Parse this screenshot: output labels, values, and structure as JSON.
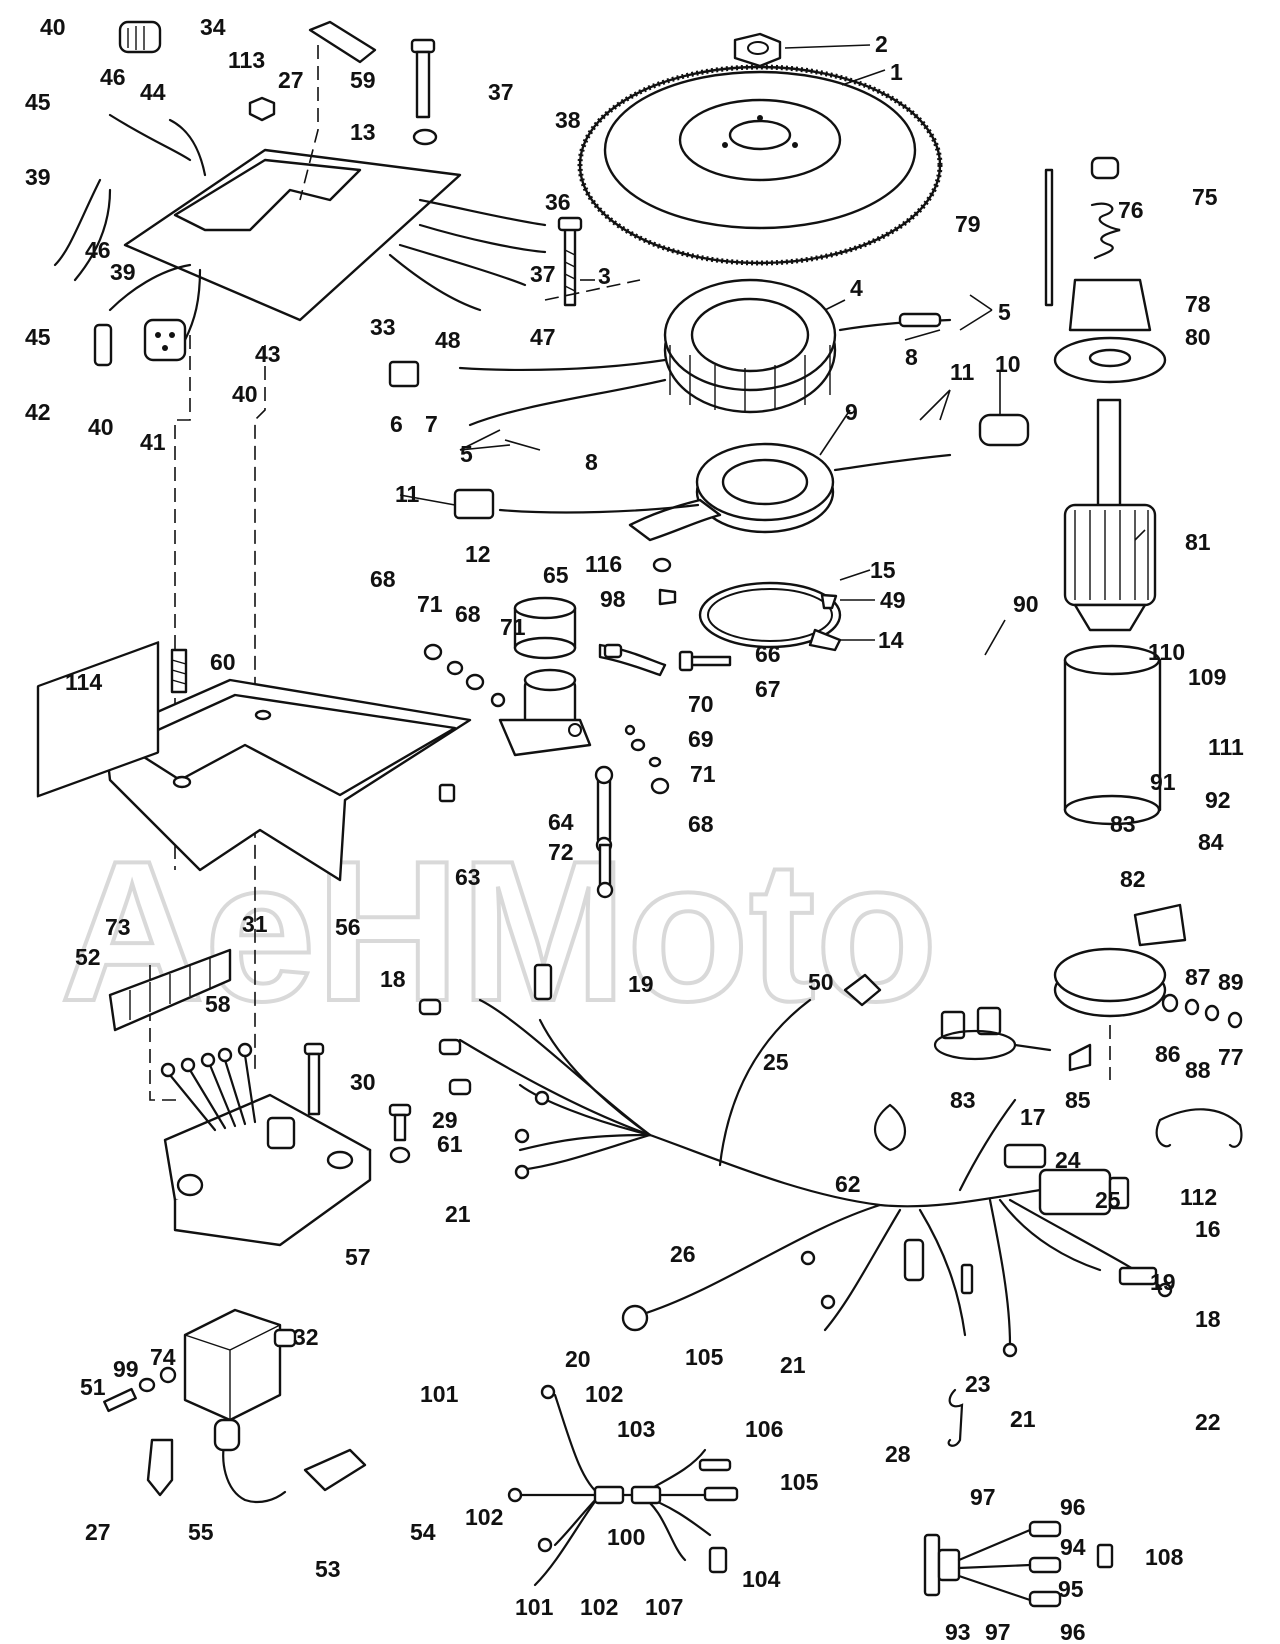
{
  "watermark": {
    "text": "AeHMoto"
  },
  "callouts": [
    {
      "id": "c1",
      "text": "1"
    },
    {
      "id": "c2",
      "text": "2"
    },
    {
      "id": "c3",
      "text": "3"
    },
    {
      "id": "c4",
      "text": "4"
    },
    {
      "id": "c5a",
      "text": "5"
    },
    {
      "id": "c5b",
      "text": "5"
    },
    {
      "id": "c6",
      "text": "6"
    },
    {
      "id": "c7",
      "text": "7"
    },
    {
      "id": "c8a",
      "text": "8"
    },
    {
      "id": "c8b",
      "text": "8"
    },
    {
      "id": "c9",
      "text": "9"
    },
    {
      "id": "c10",
      "text": "10"
    },
    {
      "id": "c11a",
      "text": "11"
    },
    {
      "id": "c11b",
      "text": "11"
    },
    {
      "id": "c12",
      "text": "12"
    },
    {
      "id": "c13",
      "text": "13"
    },
    {
      "id": "c14",
      "text": "14"
    },
    {
      "id": "c15",
      "text": "15"
    },
    {
      "id": "c16",
      "text": "16"
    },
    {
      "id": "c17",
      "text": "17"
    },
    {
      "id": "c18a",
      "text": "18"
    },
    {
      "id": "c18b",
      "text": "18"
    },
    {
      "id": "c19a",
      "text": "19"
    },
    {
      "id": "c19b",
      "text": "19"
    },
    {
      "id": "c20",
      "text": "20"
    },
    {
      "id": "c21a",
      "text": "21"
    },
    {
      "id": "c21b",
      "text": "21"
    },
    {
      "id": "c21c",
      "text": "21"
    },
    {
      "id": "c22",
      "text": "22"
    },
    {
      "id": "c23",
      "text": "23"
    },
    {
      "id": "c24",
      "text": "24"
    },
    {
      "id": "c25a",
      "text": "25"
    },
    {
      "id": "c25b",
      "text": "25"
    },
    {
      "id": "c26",
      "text": "26"
    },
    {
      "id": "c27a",
      "text": "27"
    },
    {
      "id": "c27b",
      "text": "27"
    },
    {
      "id": "c28",
      "text": "28"
    },
    {
      "id": "c29",
      "text": "29"
    },
    {
      "id": "c30",
      "text": "30"
    },
    {
      "id": "c31",
      "text": "31"
    },
    {
      "id": "c32",
      "text": "32"
    },
    {
      "id": "c33",
      "text": "33"
    },
    {
      "id": "c34",
      "text": "34"
    },
    {
      "id": "c36",
      "text": "36"
    },
    {
      "id": "c37a",
      "text": "37"
    },
    {
      "id": "c37b",
      "text": "37"
    },
    {
      "id": "c38",
      "text": "38"
    },
    {
      "id": "c39a",
      "text": "39"
    },
    {
      "id": "c39b",
      "text": "39"
    },
    {
      "id": "c40a",
      "text": "40"
    },
    {
      "id": "c40b",
      "text": "40"
    },
    {
      "id": "c40c",
      "text": "40"
    },
    {
      "id": "c41",
      "text": "41"
    },
    {
      "id": "c42",
      "text": "42"
    },
    {
      "id": "c43",
      "text": "43"
    },
    {
      "id": "c44",
      "text": "44"
    },
    {
      "id": "c45a",
      "text": "45"
    },
    {
      "id": "c45b",
      "text": "45"
    },
    {
      "id": "c46a",
      "text": "46"
    },
    {
      "id": "c46b",
      "text": "46"
    },
    {
      "id": "c47",
      "text": "47"
    },
    {
      "id": "c48",
      "text": "48"
    },
    {
      "id": "c49",
      "text": "49"
    },
    {
      "id": "c50",
      "text": "50"
    },
    {
      "id": "c51",
      "text": "51"
    },
    {
      "id": "c52",
      "text": "52"
    },
    {
      "id": "c53",
      "text": "53"
    },
    {
      "id": "c54",
      "text": "54"
    },
    {
      "id": "c55",
      "text": "55"
    },
    {
      "id": "c56",
      "text": "56"
    },
    {
      "id": "c57",
      "text": "57"
    },
    {
      "id": "c58",
      "text": "58"
    },
    {
      "id": "c59",
      "text": "59"
    },
    {
      "id": "c60",
      "text": "60"
    },
    {
      "id": "c61",
      "text": "61"
    },
    {
      "id": "c62",
      "text": "62"
    },
    {
      "id": "c63",
      "text": "63"
    },
    {
      "id": "c64",
      "text": "64"
    },
    {
      "id": "c65",
      "text": "65"
    },
    {
      "id": "c66",
      "text": "66"
    },
    {
      "id": "c67",
      "text": "67"
    },
    {
      "id": "c68a",
      "text": "68"
    },
    {
      "id": "c68b",
      "text": "68"
    },
    {
      "id": "c68c",
      "text": "68"
    },
    {
      "id": "c69",
      "text": "69"
    },
    {
      "id": "c70",
      "text": "70"
    },
    {
      "id": "c71a",
      "text": "71"
    },
    {
      "id": "c71b",
      "text": "71"
    },
    {
      "id": "c71c",
      "text": "71"
    },
    {
      "id": "c72",
      "text": "72"
    },
    {
      "id": "c73",
      "text": "73"
    },
    {
      "id": "c74",
      "text": "74"
    },
    {
      "id": "c75",
      "text": "75"
    },
    {
      "id": "c76",
      "text": "76"
    },
    {
      "id": "c77",
      "text": "77"
    },
    {
      "id": "c78",
      "text": "78"
    },
    {
      "id": "c79",
      "text": "79"
    },
    {
      "id": "c80",
      "text": "80"
    },
    {
      "id": "c81",
      "text": "81"
    },
    {
      "id": "c82",
      "text": "82"
    },
    {
      "id": "c83a",
      "text": "83"
    },
    {
      "id": "c83b",
      "text": "83"
    },
    {
      "id": "c84",
      "text": "84"
    },
    {
      "id": "c85",
      "text": "85"
    },
    {
      "id": "c86",
      "text": "86"
    },
    {
      "id": "c87",
      "text": "87"
    },
    {
      "id": "c88",
      "text": "88"
    },
    {
      "id": "c89",
      "text": "89"
    },
    {
      "id": "c90",
      "text": "90"
    },
    {
      "id": "c91",
      "text": "91"
    },
    {
      "id": "c92",
      "text": "92"
    },
    {
      "id": "c93",
      "text": "93"
    },
    {
      "id": "c94",
      "text": "94"
    },
    {
      "id": "c95",
      "text": "95"
    },
    {
      "id": "c96a",
      "text": "96"
    },
    {
      "id": "c96b",
      "text": "96"
    },
    {
      "id": "c97a",
      "text": "97"
    },
    {
      "id": "c97b",
      "text": "97"
    },
    {
      "id": "c98",
      "text": "98"
    },
    {
      "id": "c99",
      "text": "99"
    },
    {
      "id": "c100",
      "text": "100"
    },
    {
      "id": "c101a",
      "text": "101"
    },
    {
      "id": "c101b",
      "text": "101"
    },
    {
      "id": "c102a",
      "text": "102"
    },
    {
      "id": "c102b",
      "text": "102"
    },
    {
      "id": "c102c",
      "text": "102"
    },
    {
      "id": "c103",
      "text": "103"
    },
    {
      "id": "c104",
      "text": "104"
    },
    {
      "id": "c105a",
      "text": "105"
    },
    {
      "id": "c105b",
      "text": "105"
    },
    {
      "id": "c106",
      "text": "106"
    },
    {
      "id": "c107",
      "text": "107"
    },
    {
      "id": "c108",
      "text": "108"
    },
    {
      "id": "c109",
      "text": "109"
    },
    {
      "id": "c110",
      "text": "110"
    },
    {
      "id": "c111",
      "text": "111"
    },
    {
      "id": "c112",
      "text": "112"
    },
    {
      "id": "c113",
      "text": "113"
    },
    {
      "id": "c114",
      "text": "114"
    },
    {
      "id": "c116",
      "text": "116"
    }
  ]
}
